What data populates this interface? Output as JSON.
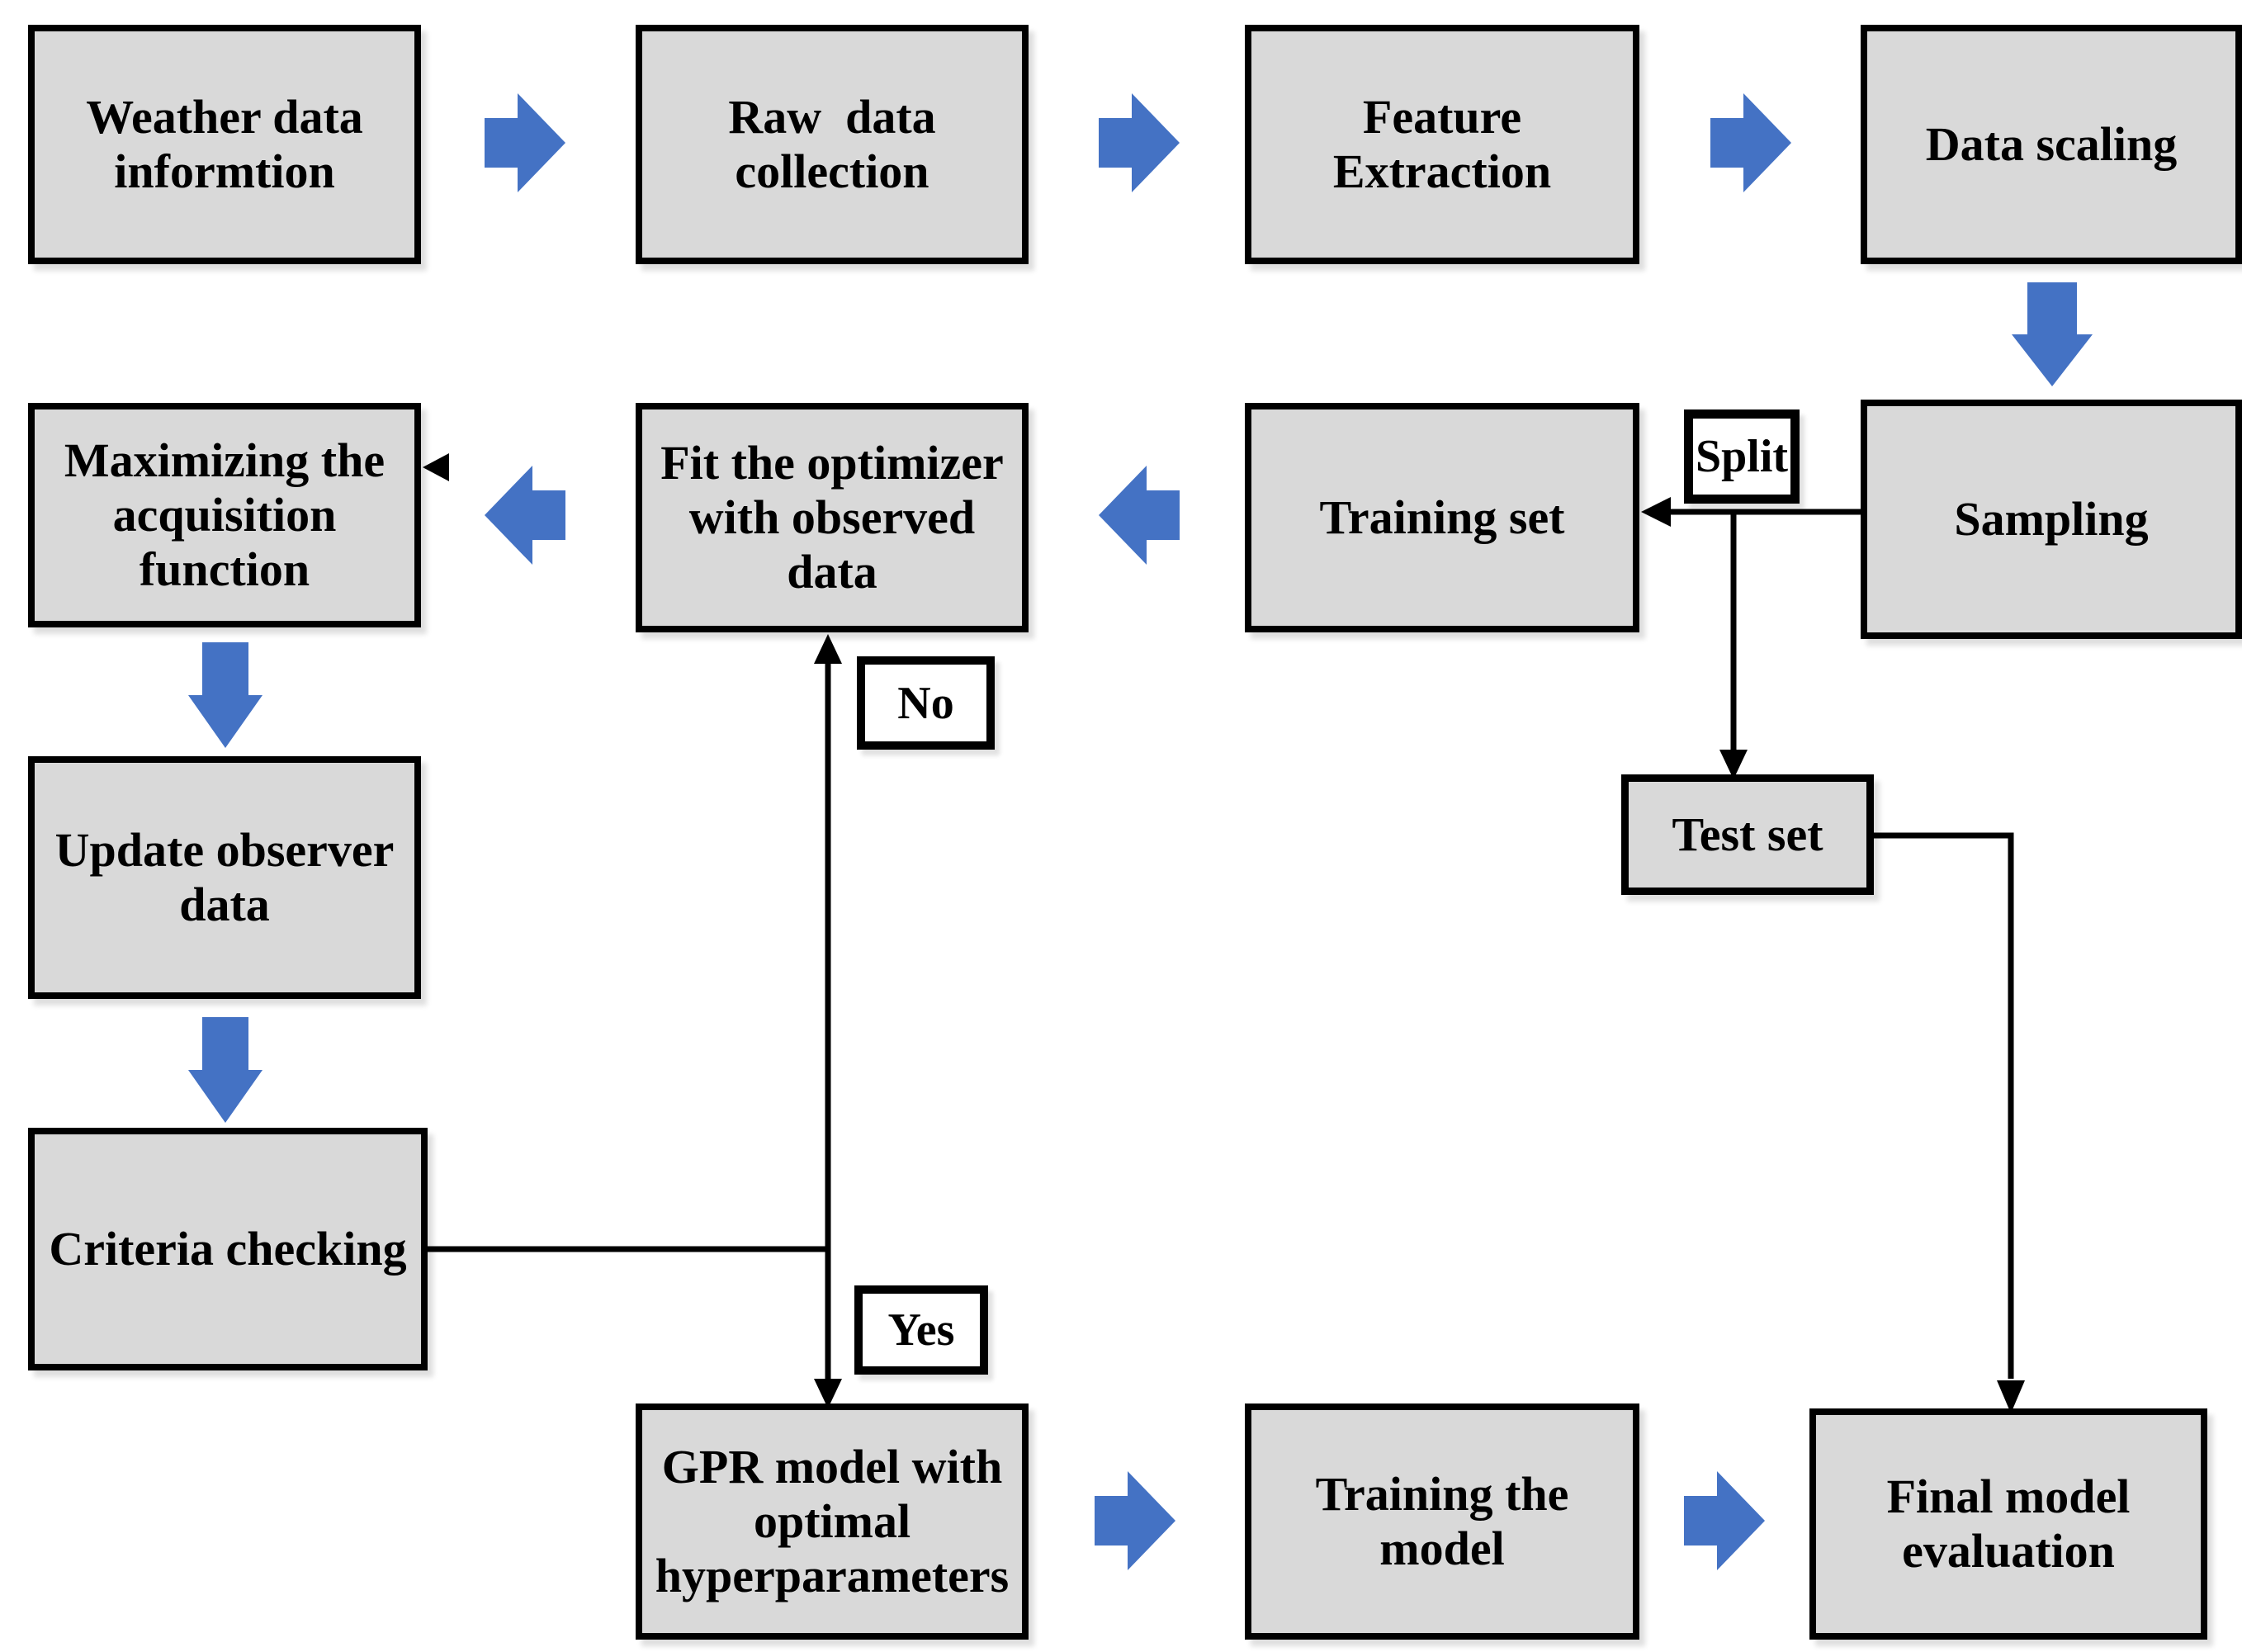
{
  "diagram": {
    "title": "GPR weather model training flowchart",
    "colors": {
      "box_fill": "#d9d9d9",
      "box_border": "#000000",
      "arrow_blue": "#4472c4",
      "label_fill": "#ffffff",
      "background": "#ffffff"
    },
    "nodes": {
      "weather": {
        "lines": [
          "Weather data",
          "informtion"
        ]
      },
      "raw": {
        "lines": [
          "Raw  data",
          "collection"
        ]
      },
      "feature": {
        "lines": [
          "Feature Extraction"
        ]
      },
      "scaling": {
        "lines": [
          "Data scaling"
        ]
      },
      "maximizing": {
        "lines": [
          "Maximizing the",
          "acquisition",
          "function"
        ]
      },
      "fit": {
        "lines": [
          "Fit the optimizer",
          "with observed data"
        ]
      },
      "training_set": {
        "lines": [
          "Training set"
        ]
      },
      "sampling": {
        "lines": [
          "Sampling"
        ]
      },
      "test_set": {
        "lines": [
          "Test set"
        ]
      },
      "update": {
        "lines": [
          "Update observer",
          "data"
        ]
      },
      "criteria": {
        "lines": [
          "Criteria checking"
        ]
      },
      "gpr": {
        "lines": [
          "GPR model with",
          "optimal",
          "hyperparameters"
        ]
      },
      "train_model": {
        "lines": [
          "Training the",
          "model"
        ]
      },
      "final": {
        "lines": [
          "Final model",
          "evaluation"
        ]
      }
    },
    "labels": {
      "split": "Split",
      "no": "No",
      "yes": "Yes"
    },
    "edges": [
      {
        "from": "weather",
        "to": "raw"
      },
      {
        "from": "raw",
        "to": "feature"
      },
      {
        "from": "feature",
        "to": "scaling"
      },
      {
        "from": "scaling",
        "to": "sampling"
      },
      {
        "from": "sampling",
        "to": "training_set",
        "label": "Split"
      },
      {
        "from": "sampling",
        "to": "test_set",
        "label": "Split"
      },
      {
        "from": "training_set",
        "to": "fit"
      },
      {
        "from": "fit",
        "to": "maximizing"
      },
      {
        "from": "maximizing",
        "to": "update"
      },
      {
        "from": "update",
        "to": "criteria"
      },
      {
        "from": "criteria",
        "to": "fit",
        "label": "No"
      },
      {
        "from": "criteria",
        "to": "gpr",
        "label": "Yes"
      },
      {
        "from": "gpr",
        "to": "train_model"
      },
      {
        "from": "train_model",
        "to": "final"
      },
      {
        "from": "test_set",
        "to": "final"
      }
    ]
  }
}
